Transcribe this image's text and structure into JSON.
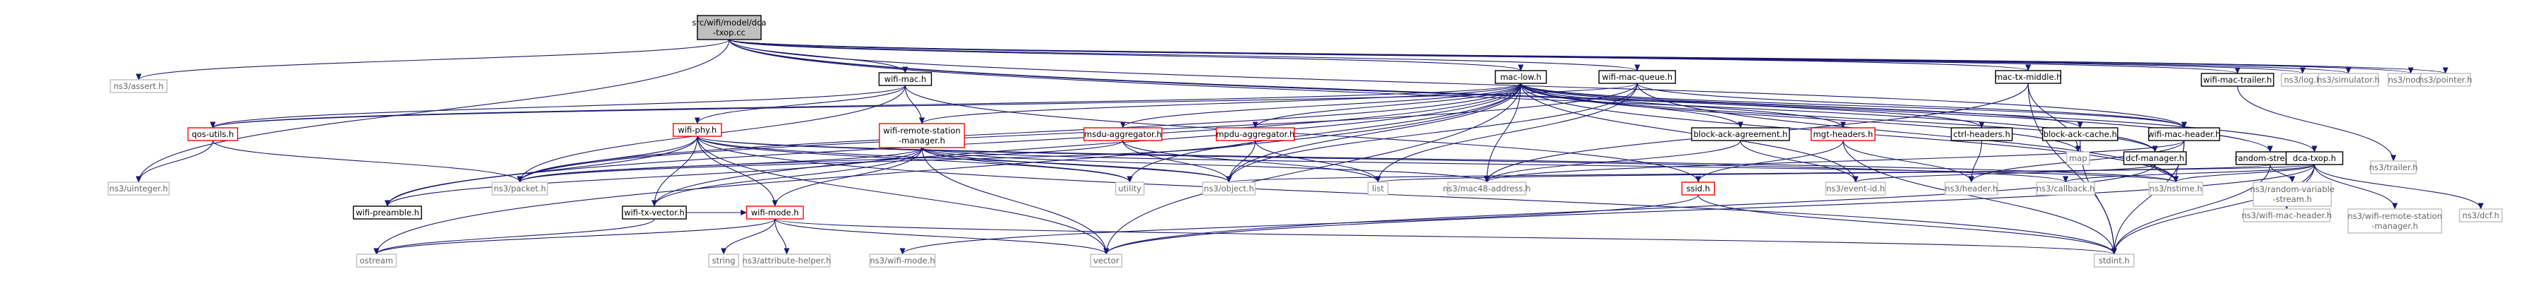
{
  "diagram": {
    "nodes": [
      {
        "id": "root",
        "lines": [
          "src/wifi/model/dca",
          "-txop.cc"
        ],
        "kind": "root"
      },
      {
        "id": "assert",
        "lines": [
          "ns3/assert.h"
        ],
        "kind": "external"
      },
      {
        "id": "wifimac",
        "lines": [
          "wifi-mac.h"
        ],
        "kind": "doc"
      },
      {
        "id": "maclow",
        "lines": [
          "mac-low.h"
        ],
        "kind": "doc"
      },
      {
        "id": "wifimacqueue",
        "lines": [
          "wifi-mac-queue.h"
        ],
        "kind": "doc"
      },
      {
        "id": "mactxmiddle",
        "lines": [
          "mac-tx-middle.h"
        ],
        "kind": "doc"
      },
      {
        "id": "wifimactrailer",
        "lines": [
          "wifi-mac-trailer.h"
        ],
        "kind": "doc"
      },
      {
        "id": "log",
        "lines": [
          "ns3/log.h"
        ],
        "kind": "external"
      },
      {
        "id": "simulator",
        "lines": [
          "ns3/simulator.h"
        ],
        "kind": "external"
      },
      {
        "id": "node",
        "lines": [
          "ns3/node.h"
        ],
        "kind": "external"
      },
      {
        "id": "pointer",
        "lines": [
          "ns3/pointer.h"
        ],
        "kind": "external"
      },
      {
        "id": "trailer",
        "lines": [
          "ns3/trailer.h"
        ],
        "kind": "external"
      },
      {
        "id": "qosutils",
        "lines": [
          "qos-utils.h"
        ],
        "kind": "incomplete"
      },
      {
        "id": "wifiphy",
        "lines": [
          "wifi-phy.h"
        ],
        "kind": "incomplete"
      },
      {
        "id": "wifiremotestationmanager",
        "lines": [
          "wifi-remote-station",
          "-manager.h"
        ],
        "kind": "incomplete"
      },
      {
        "id": "msduaggregator",
        "lines": [
          "msdu-aggregator.h"
        ],
        "kind": "incomplete"
      },
      {
        "id": "mpduaggregator",
        "lines": [
          "mpdu-aggregator.h"
        ],
        "kind": "incomplete"
      },
      {
        "id": "blockackagreement",
        "lines": [
          "block-ack-agreement.h"
        ],
        "kind": "doc"
      },
      {
        "id": "mgtheaders",
        "lines": [
          "mgt-headers.h"
        ],
        "kind": "incomplete"
      },
      {
        "id": "ctrlheaders",
        "lines": [
          "ctrl-headers.h"
        ],
        "kind": "doc"
      },
      {
        "id": "blockackcache",
        "lines": [
          "block-ack-cache.h"
        ],
        "kind": "doc"
      },
      {
        "id": "wifimacheader",
        "lines": [
          "wifi-mac-header.h"
        ],
        "kind": "doc"
      },
      {
        "id": "map",
        "lines": [
          "map"
        ],
        "kind": "external"
      },
      {
        "id": "dcfmanager",
        "lines": [
          "dcf-manager.h"
        ],
        "kind": "doc"
      },
      {
        "id": "randomstream",
        "lines": [
          "random-stream.h"
        ],
        "kind": "doc"
      },
      {
        "id": "dcatxop",
        "lines": [
          "dca-txop.h"
        ],
        "kind": "doc"
      },
      {
        "id": "uinteger",
        "lines": [
          "ns3/uinteger.h"
        ],
        "kind": "external"
      },
      {
        "id": "wifipreamble",
        "lines": [
          "wifi-preamble.h"
        ],
        "kind": "doc"
      },
      {
        "id": "packet",
        "lines": [
          "ns3/packet.h"
        ],
        "kind": "external"
      },
      {
        "id": "wifitxvector",
        "lines": [
          "wifi-tx-vector.h"
        ],
        "kind": "doc"
      },
      {
        "id": "wifimode",
        "lines": [
          "wifi-mode.h"
        ],
        "kind": "incomplete"
      },
      {
        "id": "utility",
        "lines": [
          "utility"
        ],
        "kind": "external"
      },
      {
        "id": "object",
        "lines": [
          "ns3/object.h"
        ],
        "kind": "external"
      },
      {
        "id": "list",
        "lines": [
          "list"
        ],
        "kind": "external"
      },
      {
        "id": "mac48address",
        "lines": [
          "ns3/mac48-address.h"
        ],
        "kind": "external"
      },
      {
        "id": "ssid",
        "lines": [
          "ssid.h"
        ],
        "kind": "incomplete"
      },
      {
        "id": "eventid",
        "lines": [
          "ns3/event-id.h"
        ],
        "kind": "external"
      },
      {
        "id": "header",
        "lines": [
          "ns3/header.h"
        ],
        "kind": "external"
      },
      {
        "id": "callback",
        "lines": [
          "ns3/callback.h"
        ],
        "kind": "external"
      },
      {
        "id": "nstime",
        "lines": [
          "ns3/nstime.h"
        ],
        "kind": "external"
      },
      {
        "id": "randomvariablestream",
        "lines": [
          "ns3/random-variable",
          "-stream.h"
        ],
        "kind": "external"
      },
      {
        "id": "ns3wifimacheader",
        "lines": [
          "ns3/wifi-mac-header.h"
        ],
        "kind": "external"
      },
      {
        "id": "ns3wifiremotestationmanager",
        "lines": [
          "ns3/wifi-remote-station",
          "-manager.h"
        ],
        "kind": "external"
      },
      {
        "id": "dcf",
        "lines": [
          "ns3/dcf.h"
        ],
        "kind": "external"
      },
      {
        "id": "ostream",
        "lines": [
          "ostream"
        ],
        "kind": "external"
      },
      {
        "id": "string",
        "lines": [
          "string"
        ],
        "kind": "external"
      },
      {
        "id": "attributehelper",
        "lines": [
          "ns3/attribute-helper.h"
        ],
        "kind": "external"
      },
      {
        "id": "ns3wifimode",
        "lines": [
          "ns3/wifi-mode.h"
        ],
        "kind": "external"
      },
      {
        "id": "vector",
        "lines": [
          "vector"
        ],
        "kind": "external"
      },
      {
        "id": "stdint",
        "lines": [
          "stdint.h"
        ],
        "kind": "external"
      }
    ],
    "edges": [
      [
        "root",
        "assert"
      ],
      [
        "root",
        "wifimac"
      ],
      [
        "root",
        "maclow"
      ],
      [
        "root",
        "wifimacqueue"
      ],
      [
        "root",
        "mactxmiddle"
      ],
      [
        "root",
        "wifimactrailer"
      ],
      [
        "root",
        "log"
      ],
      [
        "root",
        "simulator"
      ],
      [
        "root",
        "node"
      ],
      [
        "root",
        "pointer"
      ],
      [
        "root",
        "uinteger"
      ],
      [
        "root",
        "dcfmanager"
      ],
      [
        "root",
        "randomstream"
      ],
      [
        "root",
        "dcatxop"
      ],
      [
        "root",
        "wifimacheader"
      ],
      [
        "wifimac",
        "qosutils"
      ],
      [
        "wifimac",
        "wifiphy"
      ],
      [
        "wifimac",
        "wifiremotestationmanager"
      ],
      [
        "wifimac",
        "packet"
      ],
      [
        "wifimac",
        "ssid"
      ],
      [
        "maclow",
        "qosutils"
      ],
      [
        "maclow",
        "msduaggregator"
      ],
      [
        "maclow",
        "mpduaggregator"
      ],
      [
        "maclow",
        "blockackagreement"
      ],
      [
        "maclow",
        "mgtheaders"
      ],
      [
        "maclow",
        "ctrlheaders"
      ],
      [
        "maclow",
        "blockackcache"
      ],
      [
        "maclow",
        "wifimacheader"
      ],
      [
        "maclow",
        "wifipreamble"
      ],
      [
        "maclow",
        "wifitxvector"
      ],
      [
        "maclow",
        "wifiremotestationmanager"
      ],
      [
        "maclow",
        "packet"
      ],
      [
        "maclow",
        "object"
      ],
      [
        "maclow",
        "utility"
      ],
      [
        "maclow",
        "vector"
      ],
      [
        "maclow",
        "ostream"
      ],
      [
        "maclow",
        "nstime"
      ],
      [
        "maclow",
        "mac48address"
      ],
      [
        "maclow",
        "eventid"
      ],
      [
        "maclow",
        "map"
      ],
      [
        "maclow",
        "dcfmanager"
      ],
      [
        "wifimacqueue",
        "packet"
      ],
      [
        "wifimacqueue",
        "object"
      ],
      [
        "wifimacqueue",
        "list"
      ],
      [
        "wifimacqueue",
        "nstime"
      ],
      [
        "wifimacqueue",
        "wifimacheader"
      ],
      [
        "wifimacqueue",
        "qosutils"
      ],
      [
        "mactxmiddle",
        "map"
      ],
      [
        "mactxmiddle",
        "stdint"
      ],
      [
        "mactxmiddle",
        "mac48address"
      ],
      [
        "wifimactrailer",
        "trailer"
      ],
      [
        "qosutils",
        "uinteger"
      ],
      [
        "qosutils",
        "packet"
      ],
      [
        "wifiphy",
        "wifipreamble"
      ],
      [
        "wifiphy",
        "wifitxvector"
      ],
      [
        "wifiphy",
        "wifimode"
      ],
      [
        "wifiphy",
        "packet"
      ],
      [
        "wifiphy",
        "object"
      ],
      [
        "wifiphy",
        "callback"
      ],
      [
        "wifiphy",
        "nstime"
      ],
      [
        "wifiphy",
        "utility"
      ],
      [
        "wifiphy",
        "vector"
      ],
      [
        "wifiphy",
        "stdint"
      ],
      [
        "wifiremotestationmanager",
        "wifimode"
      ],
      [
        "wifiremotestationmanager",
        "wifitxvector"
      ],
      [
        "wifiremotestationmanager",
        "wifipreamble"
      ],
      [
        "wifiremotestationmanager",
        "mac48address"
      ],
      [
        "wifiremotestationmanager",
        "object"
      ],
      [
        "wifiremotestationmanager",
        "packet"
      ],
      [
        "wifiremotestationmanager",
        "utility"
      ],
      [
        "wifiremotestationmanager",
        "nstime"
      ],
      [
        "wifiremotestationmanager",
        "vector"
      ],
      [
        "msduaggregator",
        "object"
      ],
      [
        "msduaggregator",
        "packet"
      ],
      [
        "msduaggregator",
        "list"
      ],
      [
        "mpduaggregator",
        "object"
      ],
      [
        "mpduaggregator",
        "packet"
      ],
      [
        "mpduaggregator",
        "list"
      ],
      [
        "blockackagreement",
        "mac48address"
      ],
      [
        "blockackagreement",
        "eventid"
      ],
      [
        "mgtheaders",
        "ssid"
      ],
      [
        "mgtheaders",
        "header"
      ],
      [
        "mgtheaders",
        "stdint"
      ],
      [
        "ctrlheaders",
        "header"
      ],
      [
        "blockackcache",
        "stdint"
      ],
      [
        "wifimacheader",
        "header"
      ],
      [
        "wifimacheader",
        "nstime"
      ],
      [
        "wifimacheader",
        "mac48address"
      ],
      [
        "wifimacheader",
        "stdint"
      ],
      [
        "dcfmanager",
        "nstime"
      ],
      [
        "dcfmanager",
        "eventid"
      ],
      [
        "dcfmanager",
        "vector"
      ],
      [
        "randomstream",
        "randomvariablestream"
      ],
      [
        "randomstream",
        "stdint"
      ],
      [
        "randomstream",
        "list"
      ],
      [
        "dcatxop",
        "object"
      ],
      [
        "dcatxop",
        "callback"
      ],
      [
        "dcatxop",
        "nstime"
      ],
      [
        "dcatxop",
        "stdint"
      ],
      [
        "dcatxop",
        "ns3wifimacheader"
      ],
      [
        "dcatxop",
        "ns3wifiremotestationmanager"
      ],
      [
        "dcatxop",
        "dcf"
      ],
      [
        "dcatxop",
        "vector"
      ],
      [
        "wifitxvector",
        "wifimode"
      ],
      [
        "wifitxvector",
        "ostream"
      ],
      [
        "wifimode",
        "ostream"
      ],
      [
        "wifimode",
        "string"
      ],
      [
        "wifimode",
        "attributehelper"
      ],
      [
        "wifimode",
        "vector"
      ],
      [
        "wifimode",
        "stdint"
      ],
      [
        "ssid",
        "ns3wifimode"
      ],
      [
        "ssid",
        "stdint"
      ]
    ]
  }
}
